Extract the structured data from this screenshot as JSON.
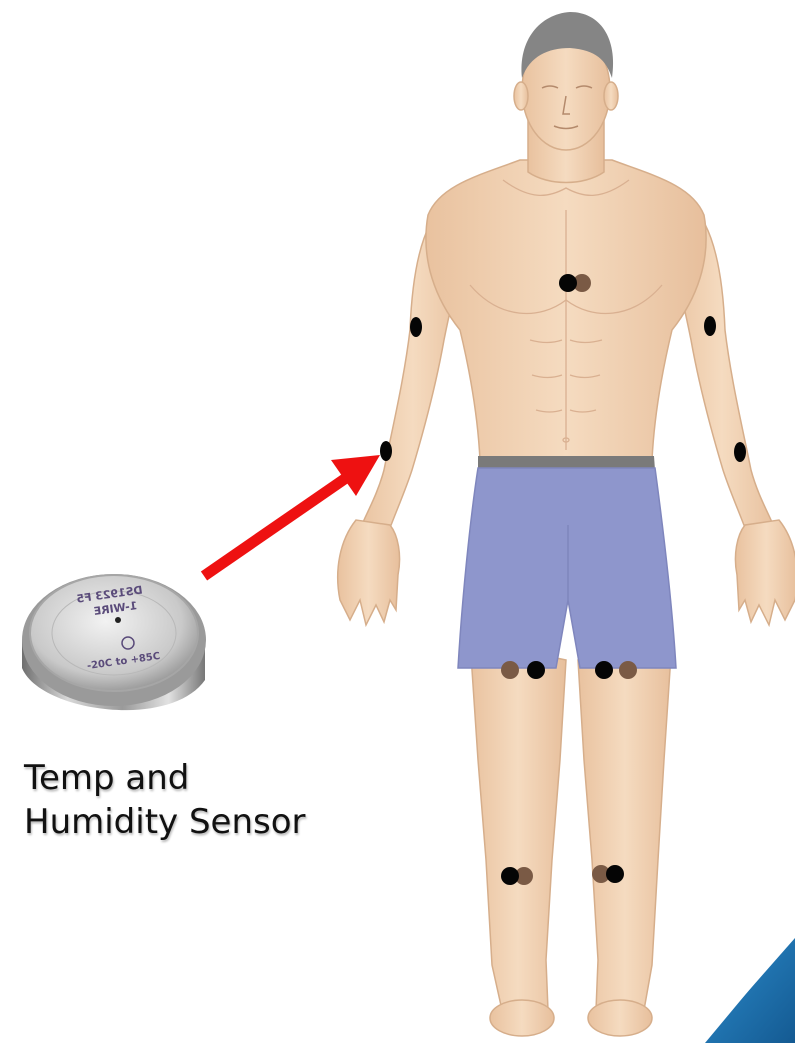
{
  "caption": {
    "line1": "Temp and",
    "line2": "Humidity Sensor"
  },
  "sensor": {
    "icon": "ibutton-sensor-icon",
    "engraving": [
      "DS1923 F5",
      "1-WIRE",
      "-20C to +85C"
    ]
  },
  "arrow": {
    "color": "#ee1111"
  },
  "colors": {
    "skin": "#f1d2b3",
    "shorts": "#8e96cc",
    "waistband": "#7a7a7a",
    "hair": "#858585",
    "corner_accent": "#1f75b3",
    "sensor_dot": "#050505",
    "sensor_dot_shadow": "#7a5a45"
  }
}
